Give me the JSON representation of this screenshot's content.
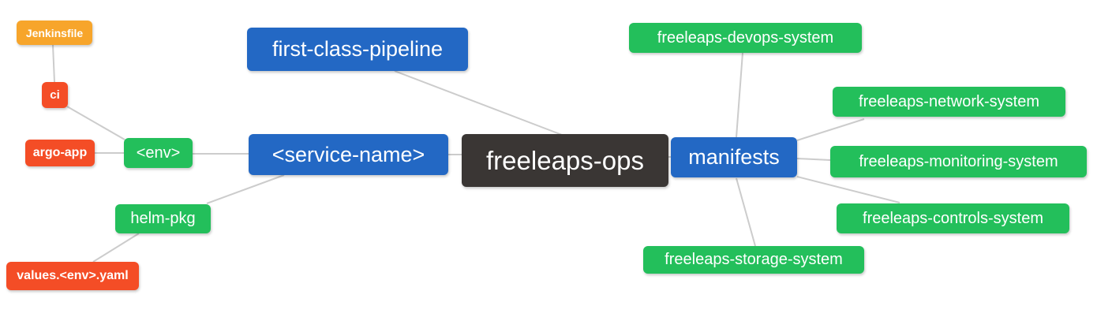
{
  "diagram": {
    "type": "mindmap",
    "root_label": "freeleaps-ops"
  },
  "palette": {
    "root": "#3a3634",
    "level1_blue": "#2368c4",
    "level2_green": "#23bf5b",
    "level3_red": "#f44d26",
    "level4_amber": "#f7a52b",
    "edge": "#cccccc",
    "text": "#ffffff",
    "background": "#ffffff"
  },
  "nodes": {
    "root": {
      "label": "freeleaps-ops"
    },
    "first_class_pipeline": {
      "label": "first-class-pipeline"
    },
    "service_name": {
      "label": "<service-name>"
    },
    "manifests": {
      "label": "manifests"
    },
    "env": {
      "label": "<env>"
    },
    "helm_pkg": {
      "label": "helm-pkg"
    },
    "ci": {
      "label": "ci"
    },
    "argo_app": {
      "label": "argo-app"
    },
    "jenkinsfile": {
      "label": "Jenkinsfile"
    },
    "values_env_yaml": {
      "label": "values.<env>.yaml"
    },
    "devops_system": {
      "label": "freeleaps-devops-system"
    },
    "network_system": {
      "label": "freeleaps-network-system"
    },
    "monitoring_system": {
      "label": "freeleaps-monitoring-system"
    },
    "controls_system": {
      "label": "freeleaps-controls-system"
    },
    "storage_system": {
      "label": "freeleaps-storage-system"
    }
  },
  "hierarchy": {
    "freeleaps-ops": {
      "first-class-pipeline": {},
      "<service-name>": {
        "<env>": {
          "ci": {
            "Jenkinsfile": {}
          },
          "argo-app": {}
        },
        "helm-pkg": {
          "values.<env>.yaml": {}
        }
      },
      "manifests": {
        "freeleaps-devops-system": {},
        "freeleaps-network-system": {},
        "freeleaps-monitoring-system": {},
        "freeleaps-controls-system": {},
        "freeleaps-storage-system": {}
      }
    }
  }
}
